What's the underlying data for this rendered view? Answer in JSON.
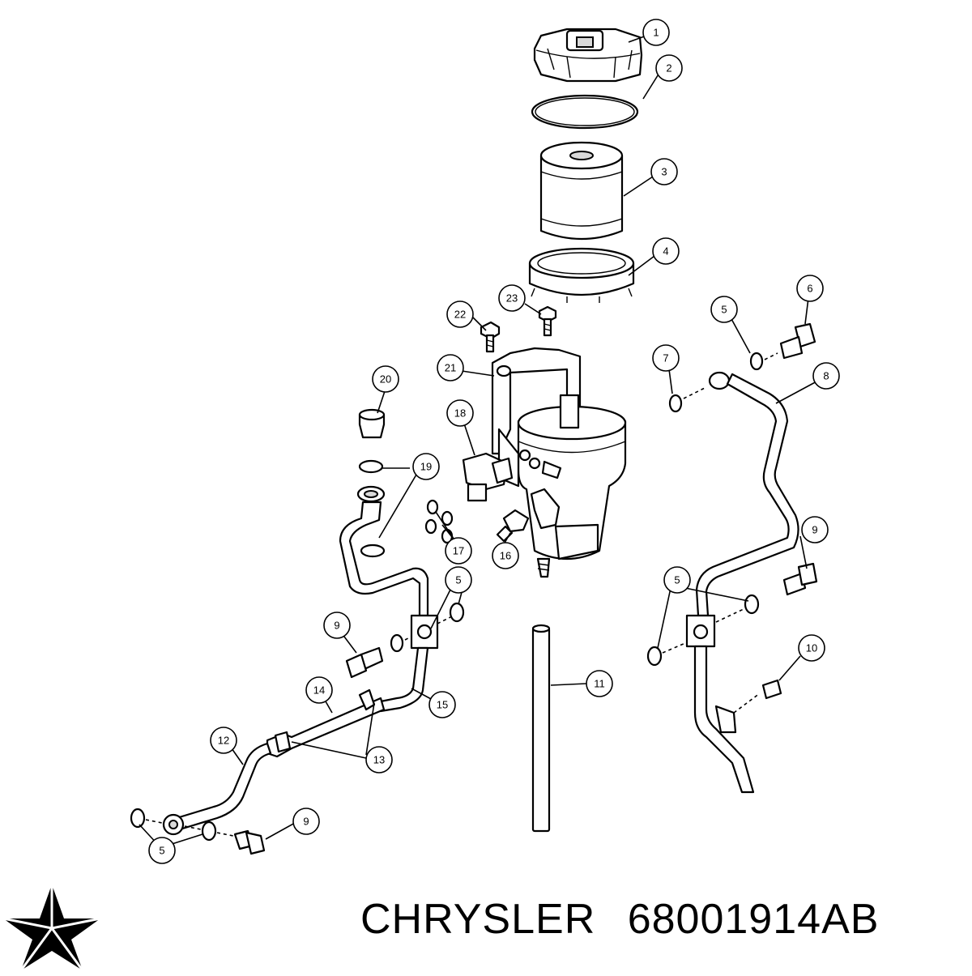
{
  "callouts": [
    {
      "label": "1"
    },
    {
      "label": "2"
    },
    {
      "label": "3"
    },
    {
      "label": "4"
    },
    {
      "label": "23"
    },
    {
      "label": "22"
    },
    {
      "label": "6"
    },
    {
      "label": "5"
    },
    {
      "label": "7"
    },
    {
      "label": "8"
    },
    {
      "label": "21"
    },
    {
      "label": "20"
    },
    {
      "label": "18"
    },
    {
      "label": "19"
    },
    {
      "label": "17"
    },
    {
      "label": "16"
    },
    {
      "label": "5"
    },
    {
      "label": "9"
    },
    {
      "label": "9"
    },
    {
      "label": "5"
    },
    {
      "label": "10"
    },
    {
      "label": "11"
    },
    {
      "label": "14"
    },
    {
      "label": "15"
    },
    {
      "label": "12"
    },
    {
      "label": "13"
    },
    {
      "label": "9"
    },
    {
      "label": "5"
    }
  ],
  "caption": {
    "brand": "CHRYSLER",
    "part_number": "68001914AB"
  },
  "logo": {
    "icon": "pentastar-icon",
    "color": "#000000"
  }
}
